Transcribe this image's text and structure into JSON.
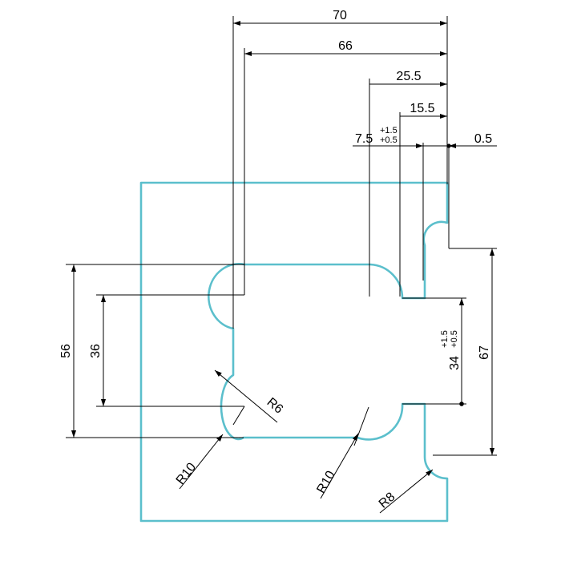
{
  "part_color": "#5bbfcc",
  "dimensions": {
    "horizontal": {
      "d70": "70",
      "d66": "66",
      "d25_5": "25.5",
      "d15_5": "15.5",
      "d7_5": "7.5",
      "d7_5_tol_upper": "+1.5",
      "d7_5_tol_lower": "+0.5",
      "d0_5": "0.5"
    },
    "vertical": {
      "d56": "56",
      "d36": "36",
      "d34": "34",
      "d34_tol_upper": "+1.5",
      "d34_tol_lower": "+0.5",
      "d67": "67"
    },
    "radii": {
      "r6": "R6",
      "r10_left": "R10",
      "r10_mid": "R10",
      "r8": "R8"
    }
  }
}
